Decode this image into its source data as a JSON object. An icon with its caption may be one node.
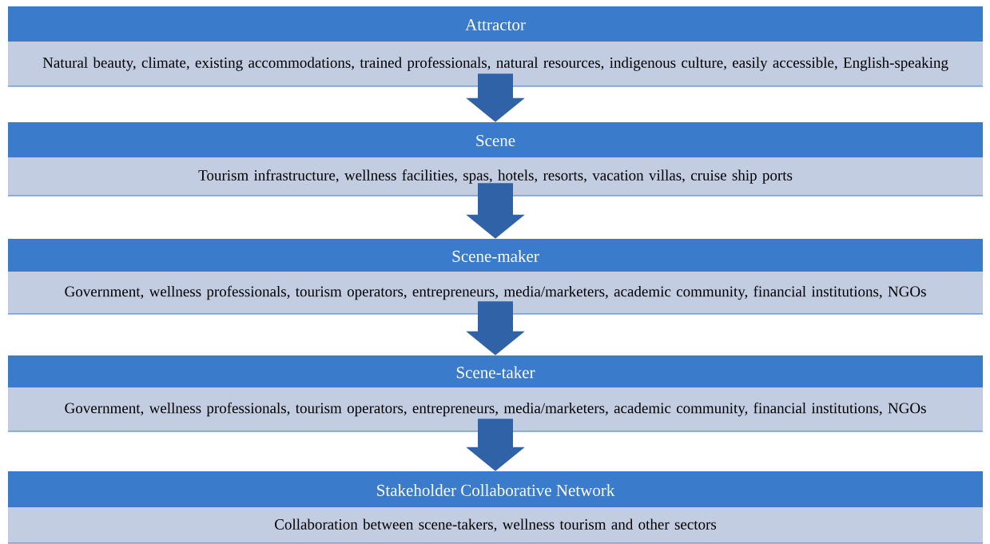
{
  "diagram": {
    "nodes": [
      {
        "text": [
          "Attractor",
          "Natural beauty, climate, existing accommodations, trained professionals, natural resources, indigenous culture, easily accessible, English-speaking"
        ]
      },
      {
        "text": [
          "Scene",
          "Tourism infrastructure, wellness facilities, spas, hotels, resorts, vacation villas, cruise ship ports"
        ]
      },
      {
        "text": [
          "Scene-maker",
          "Government, wellness professionals, tourism operators, entrepreneurs, media/marketers, academic community, financial institutions, NGOs"
        ]
      },
      {
        "text": [
          "Scene-taker",
          "Government, wellness professionals, tourism operators, entrepreneurs, media/marketers, academic community, financial institutions, NGOs"
        ]
      },
      {
        "text": [
          "Stakeholder Collaborative Network",
          "Collaboration between scene-takers, wellness tourism and other sectors"
        ]
      }
    ],
    "edges": [
      {
        "from": 0,
        "to": 1,
        "arrow": "to"
      },
      {
        "from": 1,
        "to": 2,
        "arrow": "to"
      },
      {
        "from": 2,
        "to": 3,
        "arrow": "to"
      },
      {
        "from": 3,
        "to": 4,
        "arrow": "to"
      }
    ]
  }
}
